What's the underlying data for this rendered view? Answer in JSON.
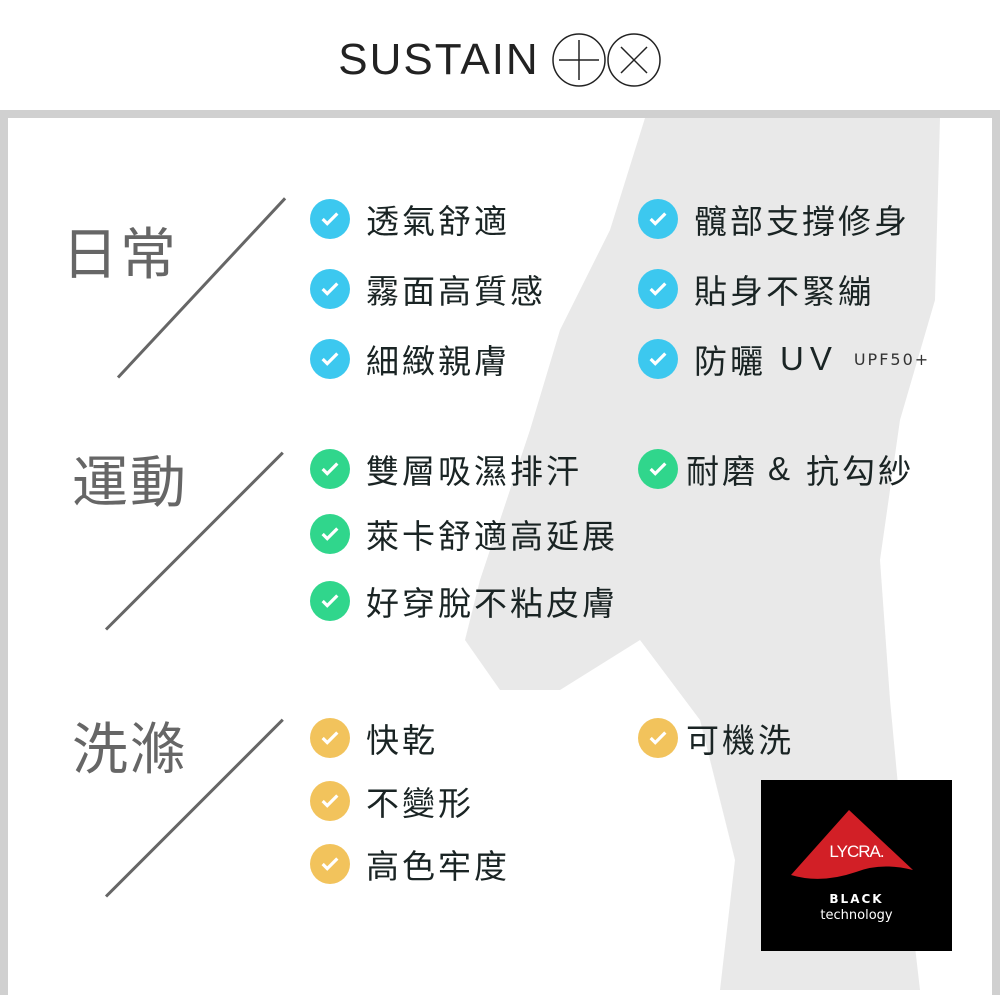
{
  "logo": {
    "text": "SUSTAIN",
    "mark": "+×"
  },
  "colors": {
    "blue": "#3cc8ef",
    "green": "#30d68c",
    "yellow": "#f2c35c"
  },
  "sections": [
    {
      "title": "日常",
      "items": [
        "透氣舒適",
        "霧面高質感",
        "細緻親膚",
        "髖部支撐修身",
        "貼身不緊繃",
        "防曬"
      ],
      "uv": "UV",
      "upf": "UPF50+"
    },
    {
      "title": "運動",
      "items": [
        "雙層吸濕排汗",
        "萊卡舒適高延展",
        "好穿脫不粘皮膚",
        "耐磨",
        "&",
        "抗勾紗"
      ]
    },
    {
      "title": "洗滌",
      "items": [
        "快乾",
        "不變形",
        "高色牢度",
        "可機洗"
      ]
    }
  ],
  "badge": {
    "brand": "LYCRA.",
    "line1": "BLACK",
    "line2": "technology"
  }
}
